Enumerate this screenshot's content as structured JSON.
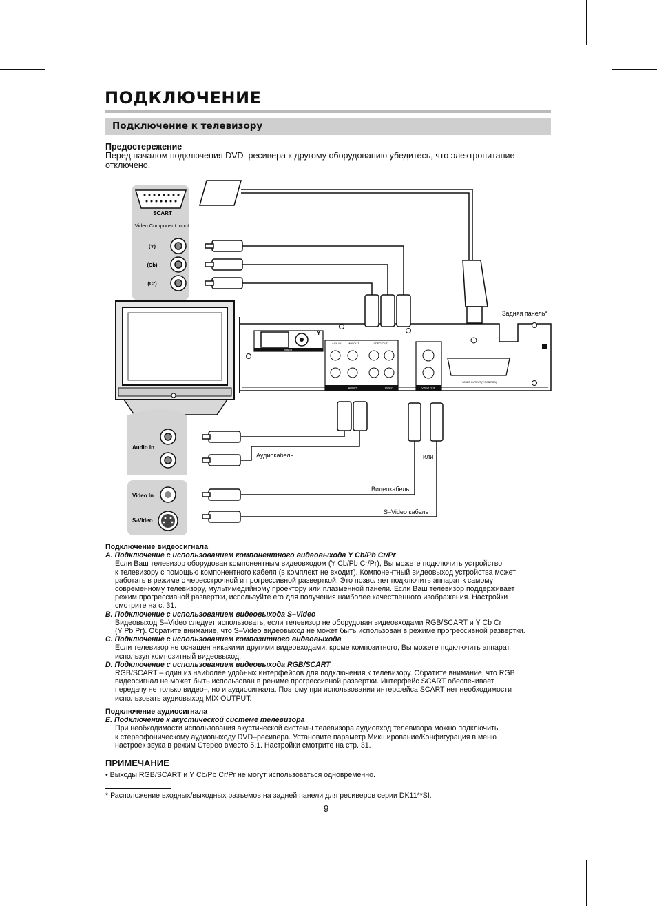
{
  "page": {
    "title": "ПОДКЛЮЧЕНИЕ",
    "section": "Подключение к телевизору",
    "caution_title": "Предостережение",
    "caution_text": "Перед началом подключения DVD–ресивера к другому оборудованию убедитесь, что электропитание отключено.",
    "page_number": "9"
  },
  "diagram": {
    "scart": "SCART",
    "video_component_input": "Video Component Input",
    "y": "(Y)",
    "cb": "(Cb)",
    "cr": "(Cr)",
    "audio_in": "Audio In",
    "video_in": "Video In",
    "s_video": "S-Video",
    "rear_panel": "Задняя панель*",
    "audio_cable": "Аудиокабель",
    "or": "или",
    "video_cable": "Видеокабель",
    "s_video_cable": "S–Video кабель",
    "panel_aux_in": "AUX IN",
    "panel_mix_out": "MIX OUT",
    "panel_video_out": "VIDEO OUT",
    "panel_audio": "AUDIO",
    "panel_video": "VIDEO",
    "panel_video_out2": "VIDEO OUT",
    "panel_tuner": "TUNER",
    "panel_scart": "SCART OUTPUT (V-RGB/RGB)"
  },
  "body": {
    "video_title": "Подключение видеосигнала",
    "a_title": "A. Подключение с использованием компонентного видеовыхода Y Cb/Pb Cr/Pr",
    "a_lines": [
      "Если Ваш телевизор оборудован компонентным видеовходом (Y Cb/Pb Cr/Pr), Вы можете подключить устройство",
      "к телевизору с помощью компонентного кабеля (в комплект не входит). Компонентный видеовыход устройства может",
      "работать в режиме с чересстрочной и прогрессивной разверткой. Это позволяет подключить аппарат к самому",
      "современному телевизору, мультимедийному проектору или плазменной панели. Если Ваш телевизор поддерживает",
      "режим прогрессивной развертки, используйте его для получения наиболее качественного изображения. Настройки",
      "смотрите на с. 31."
    ],
    "b_title": "B. Подключение с использованием видеовыхода S–Video",
    "b_lines": [
      "Видеовыход S–Video следует использовать, если телевизор не оборудован видеовходами RGB/SCART и Y Cb Cr",
      "(Y Pb Pr). Обратите внимание, что S–Video видеовыход не может быть использован в режиме прогрессивной развертки."
    ],
    "c_title": "C. Подключение с использованием композитного видеовыхода",
    "c_lines": [
      "Если телевизор не оснащен никакими другими видеовходами, кроме композитного, Вы можете подключить аппарат,",
      "используя композитный видеовыход."
    ],
    "d_title": "D. Подключение с использованием видеовыхода RGB/SCART",
    "d_lines": [
      "RGB/SCART – один из наиболее удобных интерфейсов для подключения к телевизору. Обратите внимание, что RGB",
      "видеосигнал не может быть использован в режиме прогрессивной развертки. Интерфейс SCART обеспечивает",
      "передачу не только видео–, но и аудиосигнала. Поэтому при использовании интерфейса SCART нет необходимости",
      "использовать аудиовыход MIX OUTPUT."
    ],
    "audio_title": "Подключение аудиосигнала",
    "e_title": "E. Подключение к акустической системе телевизора",
    "e_lines": [
      "При необходимости использования акустической системы телевизора аудиовход телевизора можно подключить",
      "к стереофоническому аудиовыходу DVD–ресивера. Установите параметр Микширование/Конфигурация в меню",
      "настроек звука в режим Стерео вместо 5.1. Настройки смотрите на стр. 31."
    ]
  },
  "note": {
    "title": "ПРИМЕЧАНИЕ",
    "text": "• Выходы RGB/SCART и Y Cb/Pb Cr/Pr не могут использоваться одновременно."
  },
  "footnote": "* Расположение входных/выходных разъемов на задней панели для ресиверов серии DK11**SI."
}
